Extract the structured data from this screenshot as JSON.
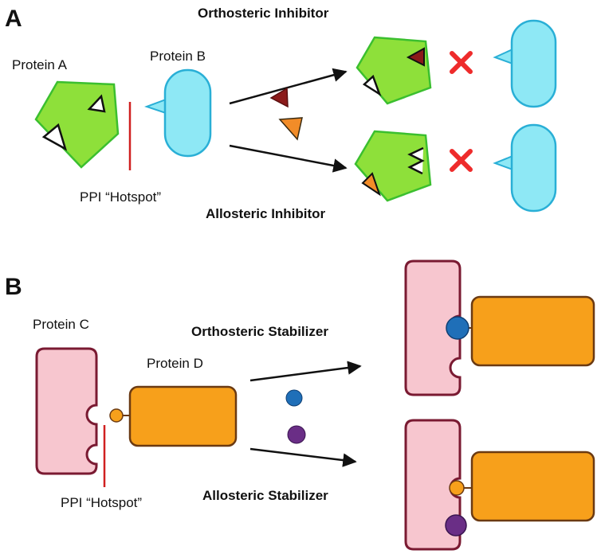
{
  "panel_a": {
    "letter": "A",
    "protein_a_label": "Protein A",
    "protein_b_label": "Protein B",
    "hotspot_label": "PPI “Hotspot”",
    "orthosteric_title": "Orthosteric Inhibitor",
    "allosteric_title": "Allosteric Inhibitor"
  },
  "panel_b": {
    "letter": "B",
    "protein_c_label": "Protein C",
    "protein_d_label": "Protein D",
    "hotspot_label": "PPI “Hotspot”",
    "orthosteric_title": "Orthosteric Stabilizer",
    "allosteric_title": "Allosteric Stabilizer"
  },
  "colors": {
    "protein_green": "#8EE03A",
    "protein_green_stroke": "#3BBF2F",
    "protein_cyan": "#8EE8F5",
    "protein_cyan_stroke": "#29AFD6",
    "protein_pink": "#F7C6CF",
    "protein_pink_stroke": "#7A1A32",
    "protein_orange": "#F7A01B",
    "protein_orange_stroke": "#6B3A12",
    "orthosteric_ligand": "#8B1A1A",
    "allosteric_ligand": "#F28C28",
    "stabilizer_blue": "#1F6FB8",
    "stabilizer_purple": "#6A2E86",
    "hotspot_line": "#D02020",
    "block_x": "#EE2B2B"
  }
}
